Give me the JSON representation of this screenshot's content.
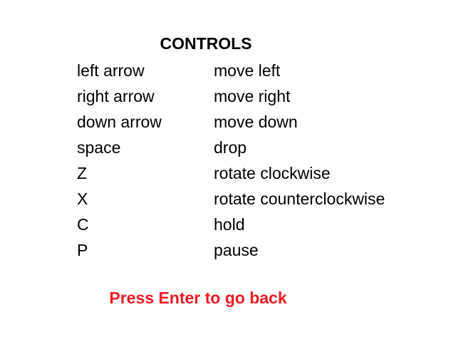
{
  "screen": {
    "title": "CONTROLS",
    "background_color": "#ffffff",
    "text_color": "#000000",
    "controls": [
      {
        "key": "left arrow",
        "action": "move left"
      },
      {
        "key": "right arrow",
        "action": "move right"
      },
      {
        "key": "down arrow",
        "action": "move down"
      },
      {
        "key": "space",
        "action": "drop"
      },
      {
        "key": "Z",
        "action": "rotate clockwise"
      },
      {
        "key": "X",
        "action": "rotate counterclockwise"
      },
      {
        "key": "C",
        "action": "hold"
      },
      {
        "key": "P",
        "action": "pause"
      }
    ],
    "back_hint": "Press Enter to go back",
    "back_hint_color": "#ed1c24"
  }
}
